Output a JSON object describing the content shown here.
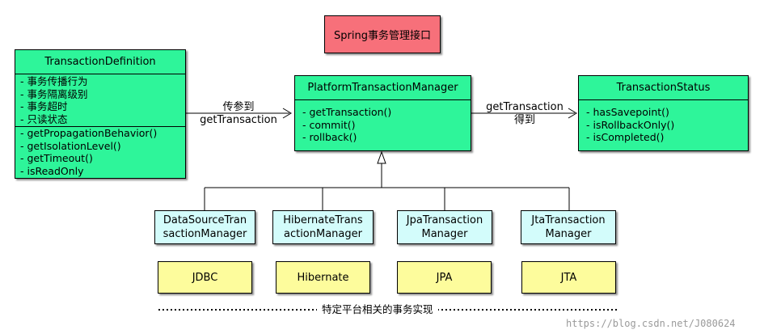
{
  "interface_box": {
    "label": "Spring事务管理接口"
  },
  "transaction_definition": {
    "title": "TransactionDefinition",
    "attributes": [
      "- 事务传播行为",
      "- 事务隔离级别",
      "- 事务超时",
      "- 只读状态"
    ],
    "methods": [
      "- getPropagationBehavior()",
      "- getIsolationLevel()",
      "- getTimeout()",
      "- isReadOnly"
    ]
  },
  "platform_manager": {
    "title": "PlatformTransactionManager",
    "methods": [
      "- getTransaction()",
      "- commit()",
      "- rollback()"
    ]
  },
  "transaction_status": {
    "title": "TransactionStatus",
    "methods": [
      "- hasSavepoint()",
      "- isRollbackOnly()",
      "- isCompleted()"
    ]
  },
  "arrows": {
    "left_label_line1": "传参到",
    "left_label_line2": "getTransaction",
    "right_label_line1": "getTransaction",
    "right_label_line2": "得到"
  },
  "implementations": [
    {
      "line1": "DataSourceTran",
      "line2": "sactionManager",
      "tech": "JDBC"
    },
    {
      "line1": "HibernateTrans",
      "line2": "actionManager",
      "tech": "Hibernate"
    },
    {
      "line1": "JpaTransaction",
      "line2": "Manager",
      "tech": "JPA"
    },
    {
      "line1": "JtaTransaction",
      "line2": "Manager",
      "tech": "JTA"
    }
  ],
  "footer_caption": "特定平台相关的事务实现",
  "watermark": "https://blog.csdn.net/J080624"
}
